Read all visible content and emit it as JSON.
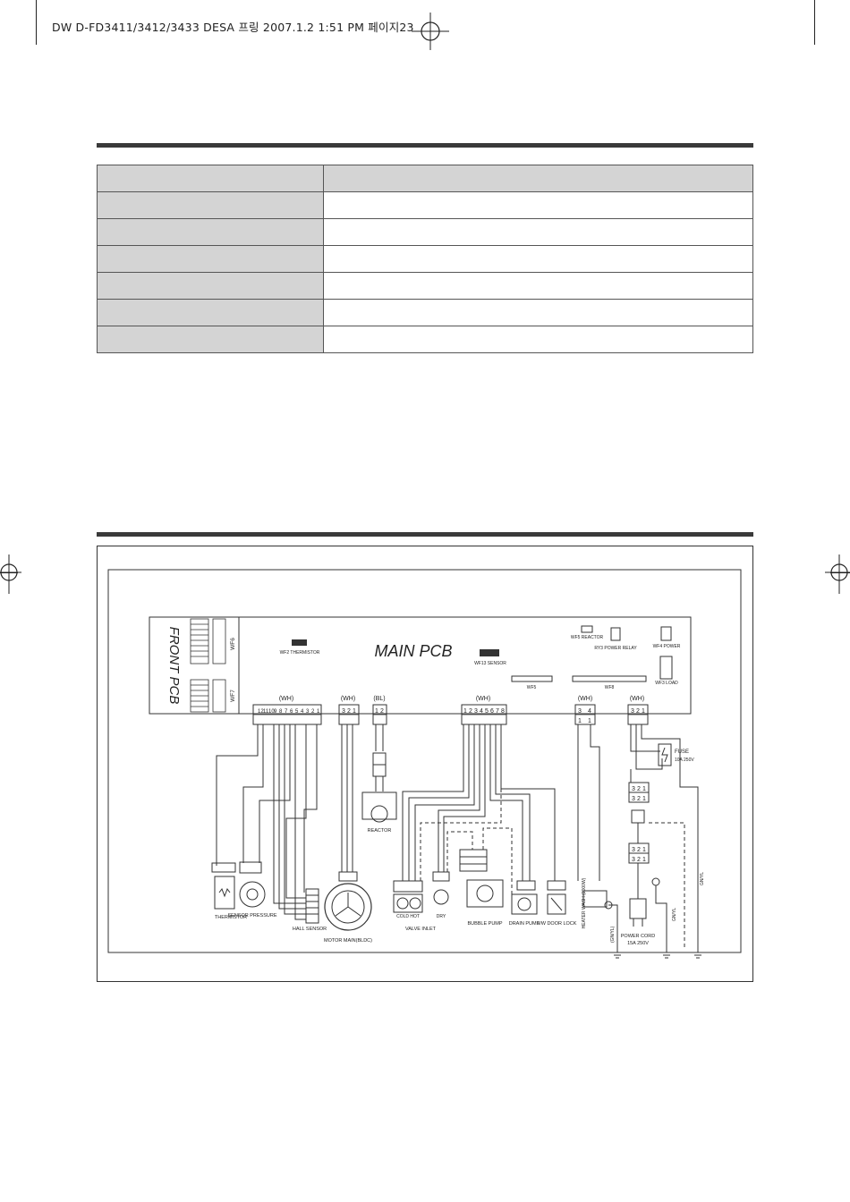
{
  "page_header": "DW D-FD3411/3412/3433  DESA 프링  2007.1.2 1:51 PM 페이지23",
  "spec_table": {
    "rows": 7,
    "columns": 2
  },
  "diagram": {
    "main_pcb": "MAIN PCB",
    "front_pcb": "FRONT PCB",
    "connectors": {
      "cn10": [
        "(WH)",
        "12",
        "11",
        "10",
        "9",
        "8",
        "7",
        "6",
        "5",
        "4",
        "3",
        "2",
        "1"
      ],
      "cn3": [
        "(WH)",
        "3",
        "2",
        "1"
      ],
      "cn2": [
        "(BL)",
        "1",
        "2"
      ],
      "cn8": [
        "(WH)",
        "1",
        "2",
        "3",
        "4",
        "5",
        "6",
        "7",
        "8"
      ],
      "cn4": [
        "(WH)",
        "3",
        "4",
        "1",
        "1"
      ],
      "cn1": [
        "(WH)",
        "3",
        "2",
        "1"
      ]
    },
    "top_labels": [
      "WF6",
      "WF7",
      "WF5",
      "WF8",
      "WF2 THERMISTOR",
      "WF13 SENSOR",
      "WF5 REACTOR",
      "RY3 POWER RELAY",
      "WF4 POWER",
      "WF3 LOAD"
    ],
    "components": {
      "thermistor": "THERMISTOR",
      "sensor_pressure": "SENSOR PRESSURE",
      "hall_sensor": "HALL SENSOR",
      "motor": "MOTOR MAIN(BLDC)",
      "reactor": "REACTOR",
      "valve_inlet": "VALVE INLET",
      "cold_hot": "COLD HOT",
      "dry": "DRY",
      "bubble_pump": "BUBBLE PUMP",
      "drain_pump": "DRAIN PUMP",
      "door_lock": "S/W DOOR LOCK",
      "heater": "HEATER WASH (2000W)",
      "fuse": "FUSE",
      "fuse_rating": "10A 250V",
      "power_cord": "POWER CORD",
      "power_cord_rating": "15A 250V",
      "ground_labels": [
        "(GN/YL)",
        "GN/YL",
        "GN/YL"
      ]
    }
  }
}
